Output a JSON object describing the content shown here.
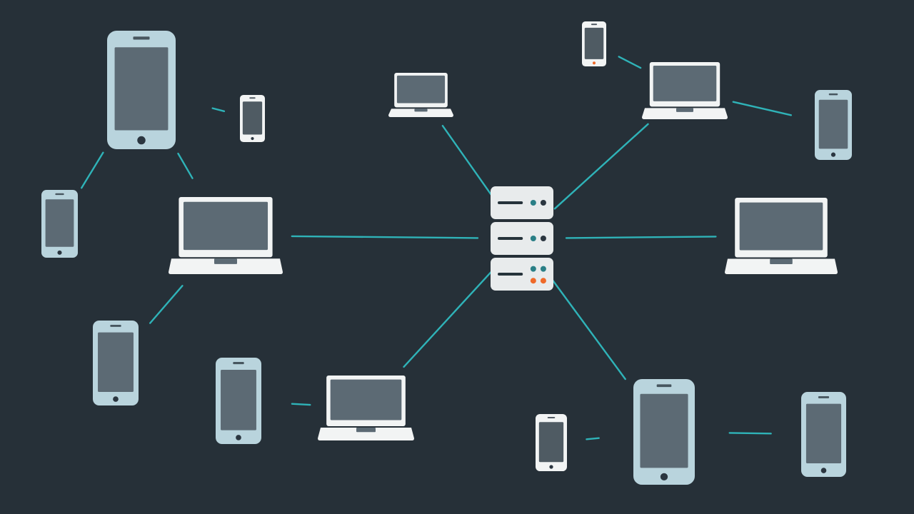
{
  "colors": {
    "background": "#263038",
    "link": "#2fb3b8",
    "device_light": "#b9d4dd",
    "device_white": "#f2f4f4",
    "screen": "#5c6a74",
    "screen_dark": "#4f5b63",
    "server_body": "#e8ebec",
    "server_slot": "#26333b",
    "led_teal": "#2a7f86",
    "led_dark": "#2b3640",
    "led_orange": "#ef6a2a",
    "home_button": "#2b3640"
  },
  "nodes": [
    {
      "id": "server",
      "kind": "server",
      "icon": "server-icon"
    },
    {
      "id": "tablet-top-left",
      "kind": "tablet",
      "icon": "tablet-icon"
    },
    {
      "id": "phone-top-left",
      "kind": "phone",
      "icon": "smartphone-icon"
    },
    {
      "id": "phone-left",
      "kind": "phone",
      "icon": "smartphone-icon"
    },
    {
      "id": "laptop-left",
      "kind": "laptop",
      "icon": "laptop-icon"
    },
    {
      "id": "phone-bottom-left",
      "kind": "phone",
      "icon": "smartphone-icon"
    },
    {
      "id": "phone-bottom-center-left",
      "kind": "phone",
      "icon": "smartphone-icon"
    },
    {
      "id": "laptop-bottom-center",
      "kind": "laptop",
      "icon": "laptop-icon"
    },
    {
      "id": "laptop-top-center",
      "kind": "laptop",
      "icon": "laptop-icon"
    },
    {
      "id": "phone-top-right-small",
      "kind": "phone",
      "icon": "smartphone-icon"
    },
    {
      "id": "laptop-top-right",
      "kind": "laptop",
      "icon": "laptop-icon"
    },
    {
      "id": "phone-top-right",
      "kind": "phone",
      "icon": "smartphone-icon"
    },
    {
      "id": "laptop-right",
      "kind": "laptop",
      "icon": "laptop-icon"
    },
    {
      "id": "phone-bottom-right-small",
      "kind": "phone",
      "icon": "smartphone-icon"
    },
    {
      "id": "tablet-bottom-right",
      "kind": "tablet",
      "icon": "tablet-icon"
    },
    {
      "id": "phone-bottom-right",
      "kind": "phone",
      "icon": "smartphone-icon"
    }
  ],
  "connections": [
    {
      "from": "server",
      "to": "laptop-left"
    },
    {
      "from": "server",
      "to": "laptop-top-center"
    },
    {
      "from": "server",
      "to": "laptop-top-right"
    },
    {
      "from": "server",
      "to": "laptop-right"
    },
    {
      "from": "server",
      "to": "laptop-bottom-center"
    },
    {
      "from": "server",
      "to": "tablet-bottom-right"
    },
    {
      "from": "laptop-left",
      "to": "tablet-top-left"
    },
    {
      "from": "laptop-left",
      "to": "phone-bottom-left"
    },
    {
      "from": "tablet-top-left",
      "to": "phone-top-left"
    },
    {
      "from": "tablet-top-left",
      "to": "phone-left"
    },
    {
      "from": "laptop-bottom-center",
      "to": "phone-bottom-center-left"
    },
    {
      "from": "laptop-top-right",
      "to": "phone-top-right-small"
    },
    {
      "from": "laptop-top-right",
      "to": "phone-top-right"
    },
    {
      "from": "tablet-bottom-right",
      "to": "phone-bottom-right-small"
    },
    {
      "from": "tablet-bottom-right",
      "to": "phone-bottom-right"
    }
  ]
}
